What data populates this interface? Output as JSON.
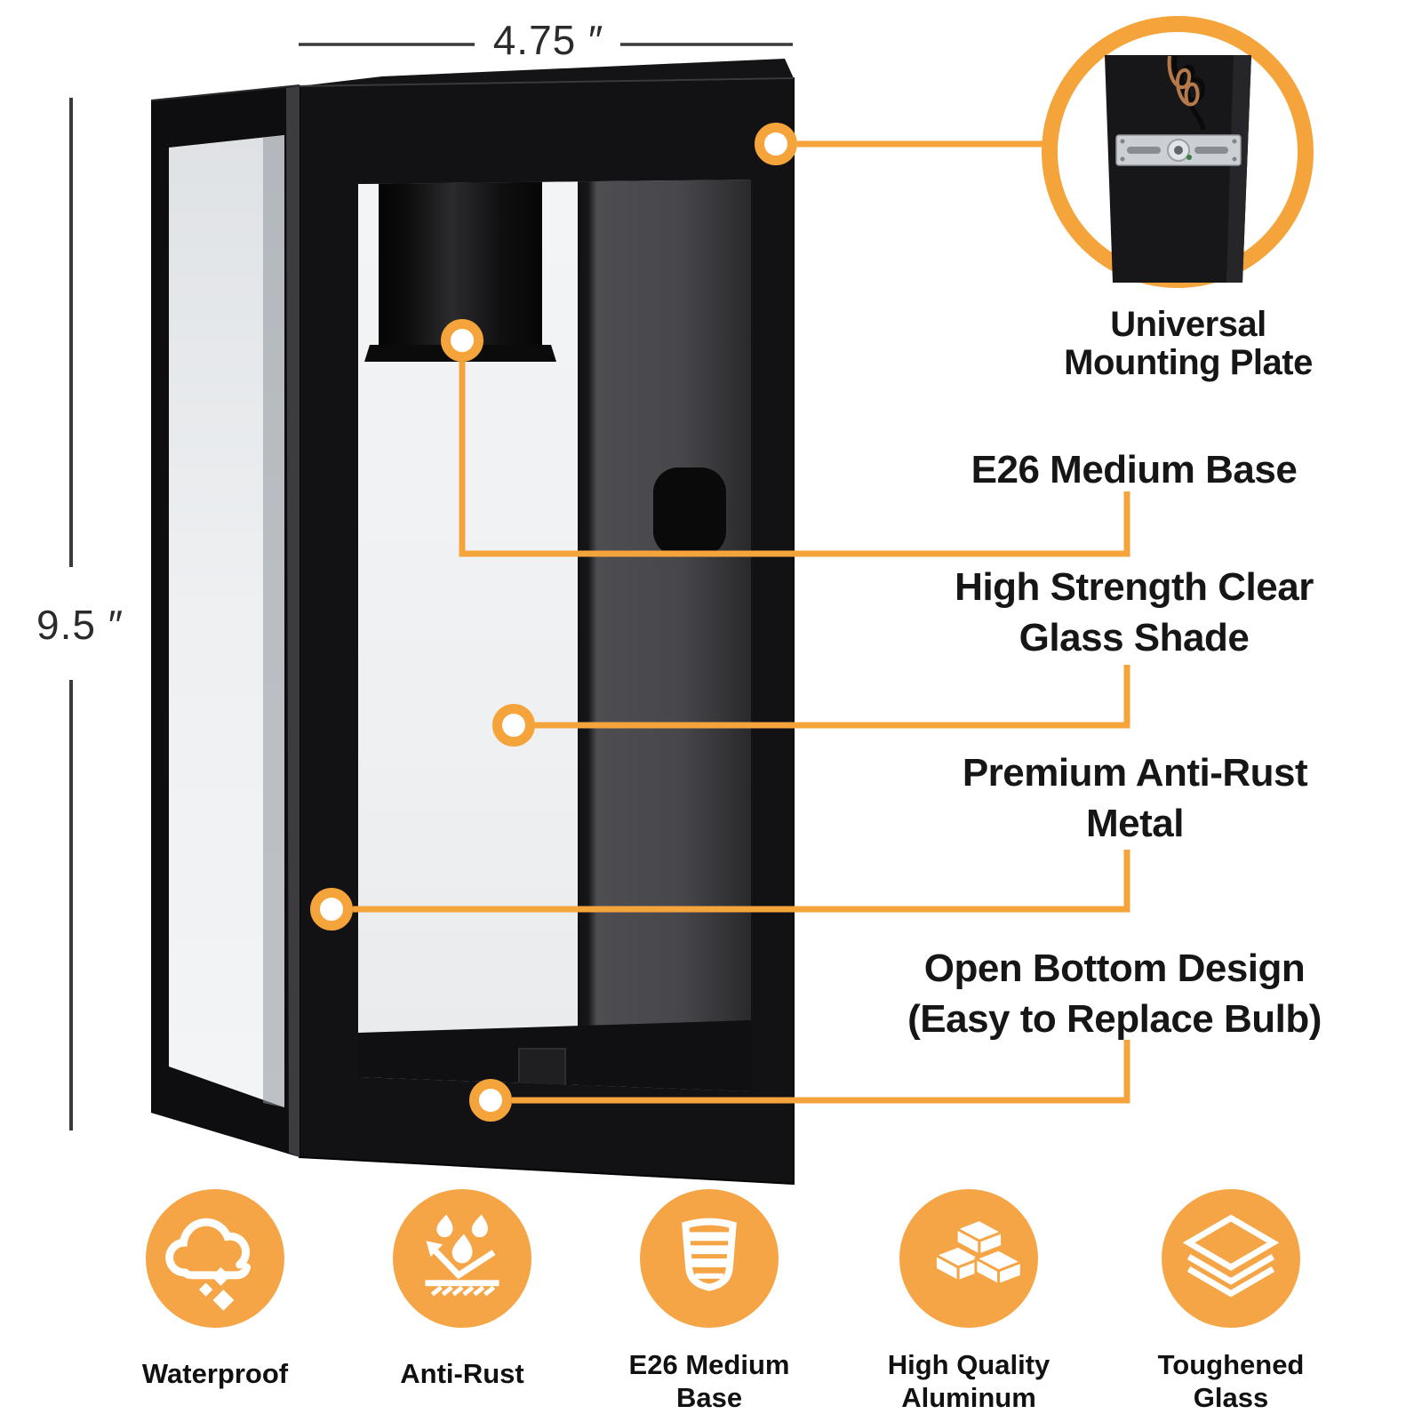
{
  "dimensions": {
    "width_label": "4.75 ″",
    "height_label": "9.5 ″"
  },
  "callouts": [
    {
      "id": "universal-mounting-plate",
      "lines": [
        "Universal",
        "Mounting Plate"
      ]
    },
    {
      "id": "e26-medium-base",
      "lines": [
        "E26 Medium Base"
      ]
    },
    {
      "id": "high-strength-clear-glass-shade",
      "lines": [
        "High Strength Clear",
        "Glass Shade"
      ]
    },
    {
      "id": "premium-anti-rust-metal",
      "lines": [
        "Premium Anti-Rust",
        "Metal"
      ]
    },
    {
      "id": "open-bottom-design",
      "lines": [
        "Open Bottom Design",
        "(Easy to Replace Bulb)"
      ]
    }
  ],
  "features": [
    {
      "icon": "waterproof-cloud-icon",
      "lines": [
        "Waterproof"
      ]
    },
    {
      "icon": "anti-rust-water-drops-icon",
      "lines": [
        "Anti-Rust"
      ]
    },
    {
      "icon": "e26-bulb-base-icon",
      "lines": [
        "E26 Medium",
        "Base"
      ]
    },
    {
      "icon": "aluminum-ingots-icon",
      "lines": [
        "High Quality",
        "Aluminum"
      ]
    },
    {
      "icon": "toughened-glass-layers-icon",
      "lines": [
        "Toughened",
        "Glass"
      ]
    }
  ],
  "colors": {
    "accent": "#F5A43C",
    "icon_circle": "#F5A545",
    "text": "#1A1A1A",
    "lamp_black": "#121214",
    "glass_tint": "#EEF0F2"
  }
}
